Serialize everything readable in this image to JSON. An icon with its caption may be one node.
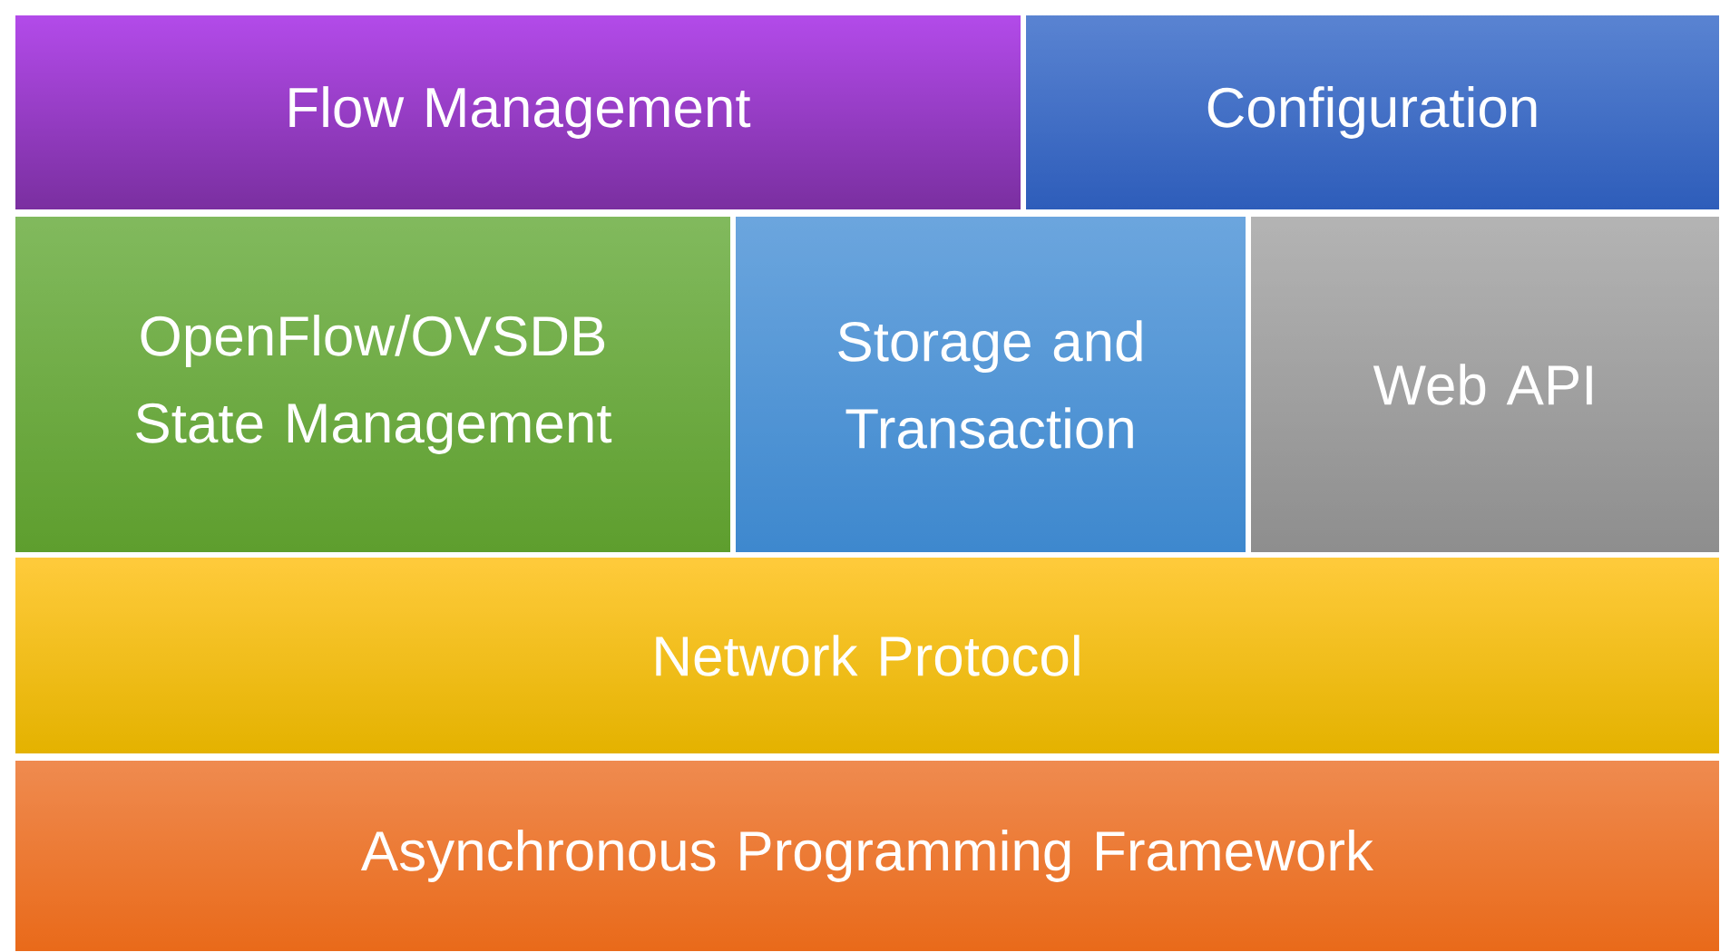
{
  "diagram": {
    "nodes": [
      {
        "text": [
          "Flow Management"
        ]
      },
      {
        "text": [
          "Configuration"
        ]
      },
      {
        "text": [
          "OpenFlow/OVSDB State Management"
        ]
      },
      {
        "text": [
          "Storage and Transaction"
        ]
      },
      {
        "text": [
          "Web API"
        ]
      },
      {
        "text": [
          "Network Protocol"
        ]
      },
      {
        "text": [
          "Asynchronous Programming Framework"
        ]
      }
    ]
  }
}
